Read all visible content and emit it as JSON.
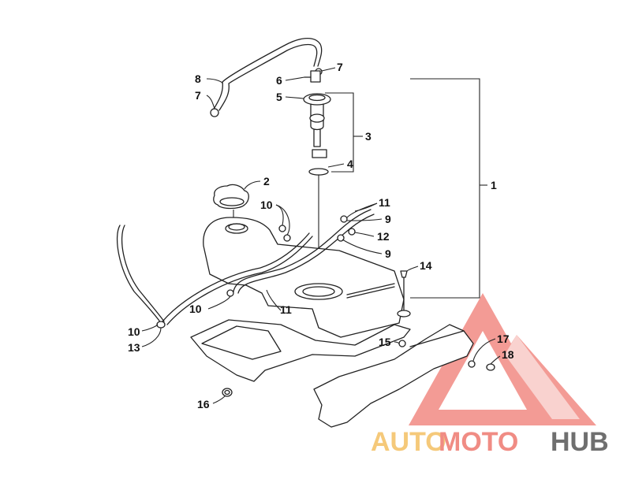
{
  "diagram": {
    "callouts": [
      {
        "id": "c1",
        "text": "1"
      },
      {
        "id": "c2",
        "text": "2"
      },
      {
        "id": "c3",
        "text": "3"
      },
      {
        "id": "c4",
        "text": "4"
      },
      {
        "id": "c5",
        "text": "5"
      },
      {
        "id": "c6",
        "text": "6"
      },
      {
        "id": "c7a",
        "text": "7"
      },
      {
        "id": "c7b",
        "text": "7"
      },
      {
        "id": "c8",
        "text": "8"
      },
      {
        "id": "c9a",
        "text": "9"
      },
      {
        "id": "c9b",
        "text": "9"
      },
      {
        "id": "c10a",
        "text": "10"
      },
      {
        "id": "c10b",
        "text": "10"
      },
      {
        "id": "c10c",
        "text": "10"
      },
      {
        "id": "c11a",
        "text": "11"
      },
      {
        "id": "c11b",
        "text": "11"
      },
      {
        "id": "c12",
        "text": "12"
      },
      {
        "id": "c13",
        "text": "13"
      },
      {
        "id": "c14",
        "text": "14"
      },
      {
        "id": "c15",
        "text": "15"
      },
      {
        "id": "c16",
        "text": "16"
      },
      {
        "id": "c17",
        "text": "17"
      },
      {
        "id": "c18",
        "text": "18"
      }
    ]
  },
  "watermark": {
    "part1": "AUTO",
    "part2": "MOTO",
    "part3": "HUB",
    "colors": {
      "auto": "#f5c97a",
      "moto": "#f08c84",
      "hub": "#6f6f6f",
      "logo": "#f07a72"
    }
  }
}
